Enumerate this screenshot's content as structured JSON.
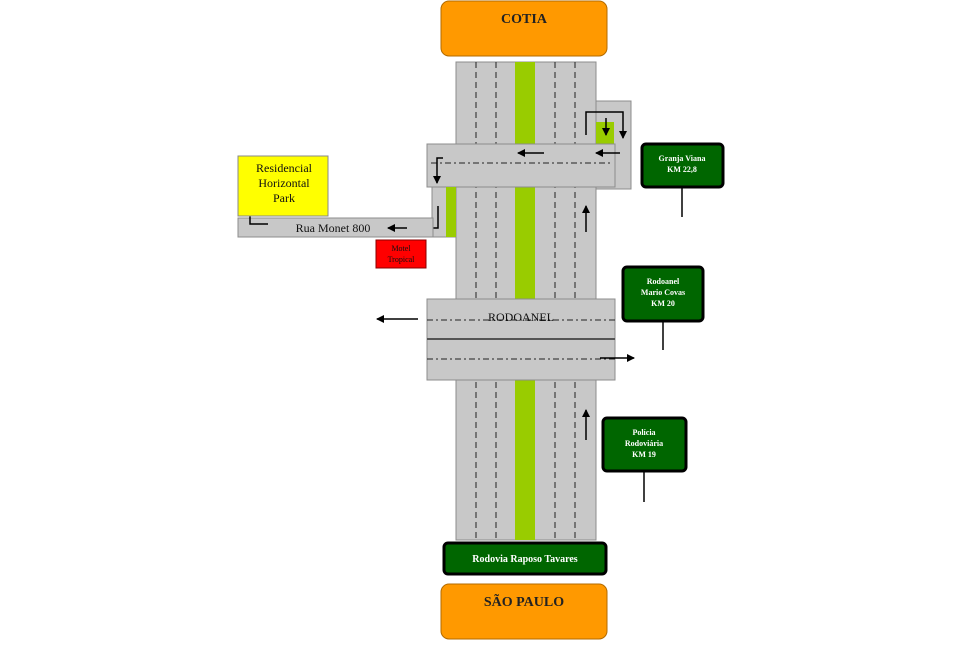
{
  "colors": {
    "road": "#c8c8c8",
    "road_edge": "#8c8c8c",
    "median": "#99cc00",
    "city_box": "#ff9900",
    "sign_fill": "#006600",
    "sign_border": "#000000",
    "residential": "#ffff00",
    "motel": "#ff0000"
  },
  "places": {
    "north_city": "COTIA",
    "south_city": "SÃO PAULO",
    "residential_lines": [
      "Residencial",
      "Horizontal",
      "Park"
    ],
    "motel_lines": [
      "Motel",
      "Tropical"
    ]
  },
  "roads": {
    "street_label": "Rua Monet 800",
    "ring_label": "RODOANEL",
    "highway_label": "Rodovia Raposo Tavares"
  },
  "signs": {
    "granja": [
      "Granja Viana",
      "KM 22,8"
    ],
    "rodoanel": [
      "Rodoanel",
      "Mario Covas",
      "KM 20"
    ],
    "policia": [
      "Polícia",
      "Rodoviária",
      "KM 19"
    ]
  }
}
